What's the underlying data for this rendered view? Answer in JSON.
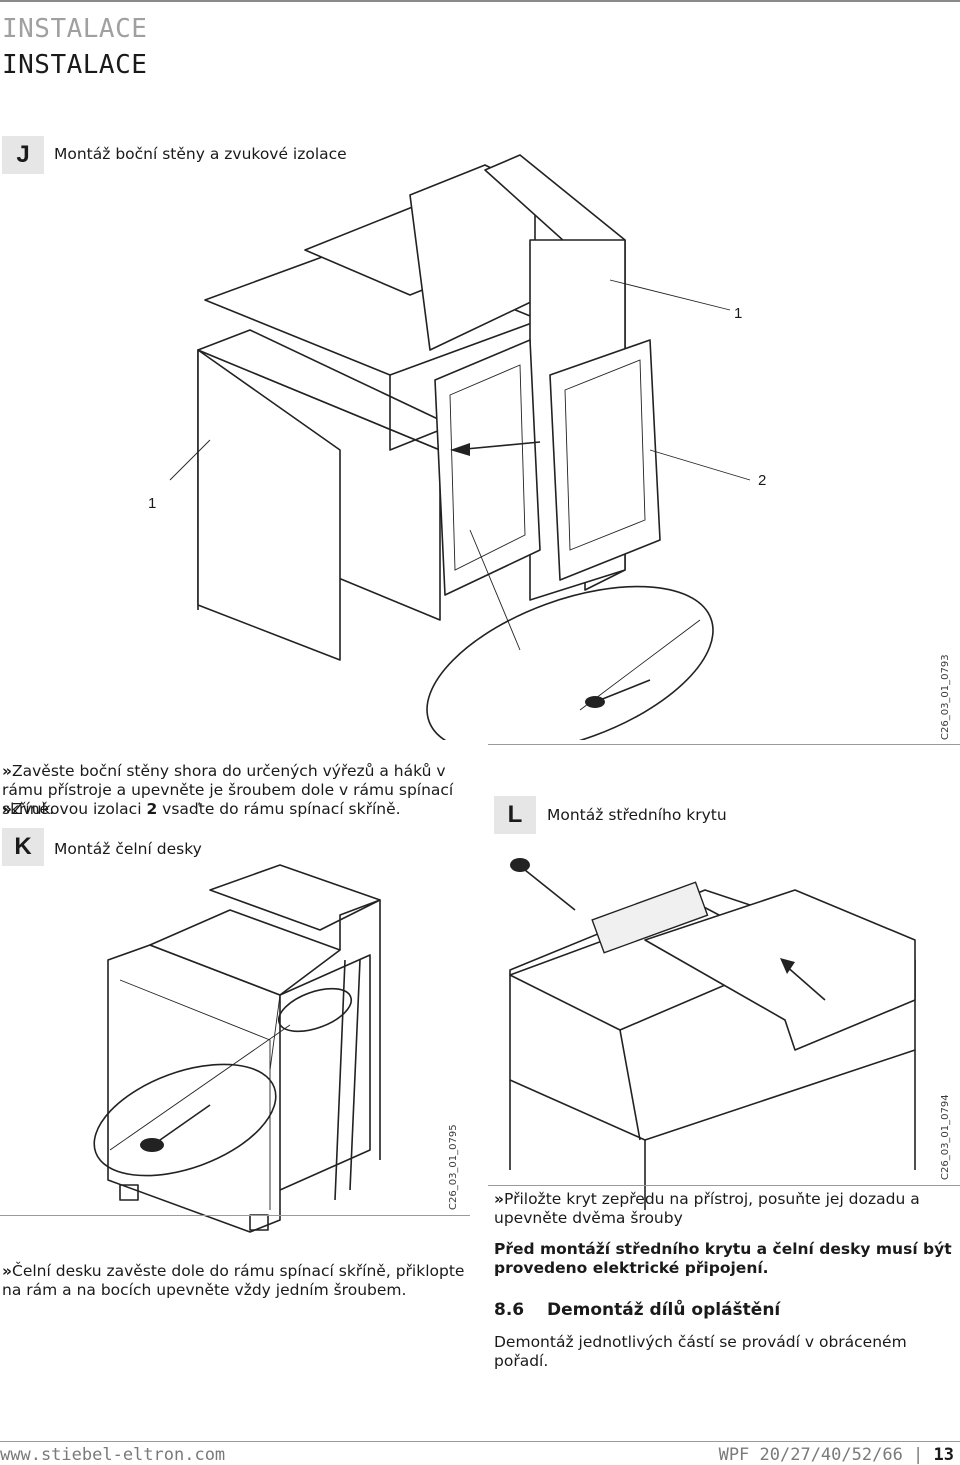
{
  "header": {
    "section_title_gray": "INSTALACE",
    "section_title": "INSTALACE"
  },
  "section_j": {
    "letter": "J",
    "title": "Montáž boční stěny a zvukové izolace",
    "figure_code": "C26_03_01_0793",
    "callouts": [
      "1",
      "1",
      "2"
    ],
    "steps": [
      "Zavěste boční stěny shora do určených výřezů a háků v rámu přístroje a upevněte je šroubem dole v rámu spínací skříně.",
      "Zvukovou izolaci ",
      "2",
      " vsaďte do rámu spínací skříně."
    ]
  },
  "section_k": {
    "letter": "K",
    "title": "Montáž čelní desky",
    "figure_code": "C26_03_01_0795",
    "step": "Čelní desku zavěste dole do rámu spínací skříně, přiklopte na rám a na bocích upevněte vždy jedním šroubem."
  },
  "section_l": {
    "letter": "L",
    "title": "Montáž středního krytu",
    "figure_code": "C26_03_01_0794",
    "step": "Přiložte kryt zepředu na přístroj, posuňte jej dozadu a upevněte dvěma šrouby",
    "note": "Před montáží středního krytu a čelní desky musí být provedeno elektrické připojení."
  },
  "section_86": {
    "number": "8.6",
    "title": "Demontáž dílů opláštění",
    "text": "Demontáž jednotlivých částí se provádí v obráceném pořadí."
  },
  "footer": {
    "website": "www.stiebel-eltron.com",
    "product": "WPF 20/27/40/52/66 | ",
    "page": "13"
  },
  "bullet_glyph": "»",
  "colors": {
    "section_box": "#e6e6e6",
    "header_gray": "#a0a0a0",
    "footer_gray": "#7a7a7a"
  }
}
